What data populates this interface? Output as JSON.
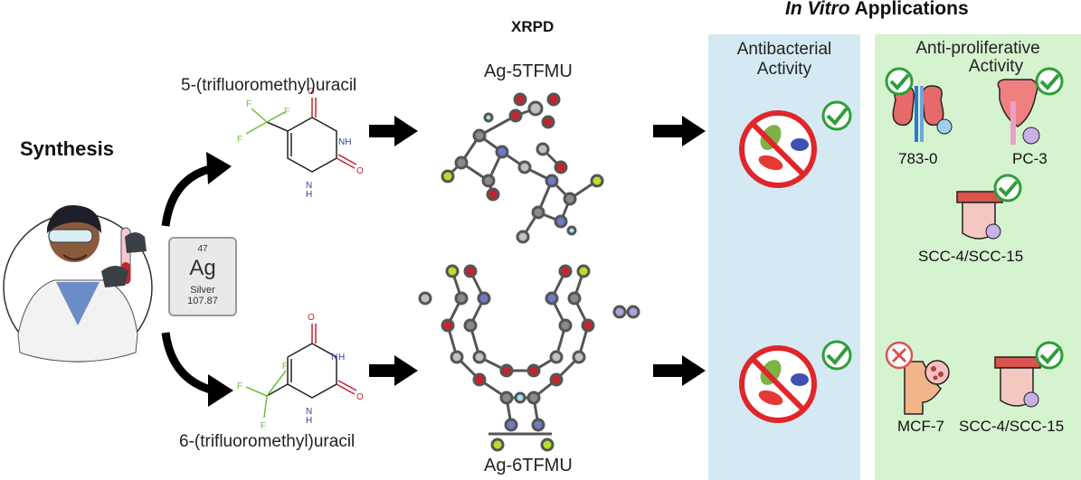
{
  "header": {
    "applications_italic": "In Vitro",
    "applications_rest": " Applications",
    "xrpd": "XRPD"
  },
  "synthesis": {
    "label": "Synthesis"
  },
  "element": {
    "atomic_number": "47",
    "symbol": "Ag",
    "name": "Silver",
    "mass": "107.87"
  },
  "ligands": {
    "top_name": "5-(trifluoromethyl)uracil",
    "bottom_name": "6-(trifluoromethyl)uracil",
    "atom_F": "F",
    "atom_O": "O",
    "atom_N": "N",
    "atom_H": "H",
    "atom_NH": "NH"
  },
  "complexes": {
    "top": "Ag-5TFMU",
    "bottom": "Ag-6TFMU"
  },
  "antibacterial": {
    "title_line1": "Antibacterial",
    "title_line2": "Activity"
  },
  "antiproliferative": {
    "title_line1": "Anti-proliferative",
    "title_line2": "Activity",
    "cells": [
      "783-0",
      "PC-3",
      "SCC-4/SCC-15",
      "MCF-7",
      "SCC-4/SCC-15"
    ]
  },
  "colors": {
    "panel_blue": "#d5e9f3",
    "panel_green": "#d6f3cf",
    "check_green": "#2e9e3a",
    "cross_red": "#d9534f",
    "ban_red": "#e0252b",
    "atom_C": "#8a8a8a",
    "atom_N": "#6f79c8",
    "atom_O": "#c8232b",
    "atom_F": "#b5e02a",
    "atom_H": "#9fe3f0",
    "atom_Ag": "#c0c0c0"
  }
}
